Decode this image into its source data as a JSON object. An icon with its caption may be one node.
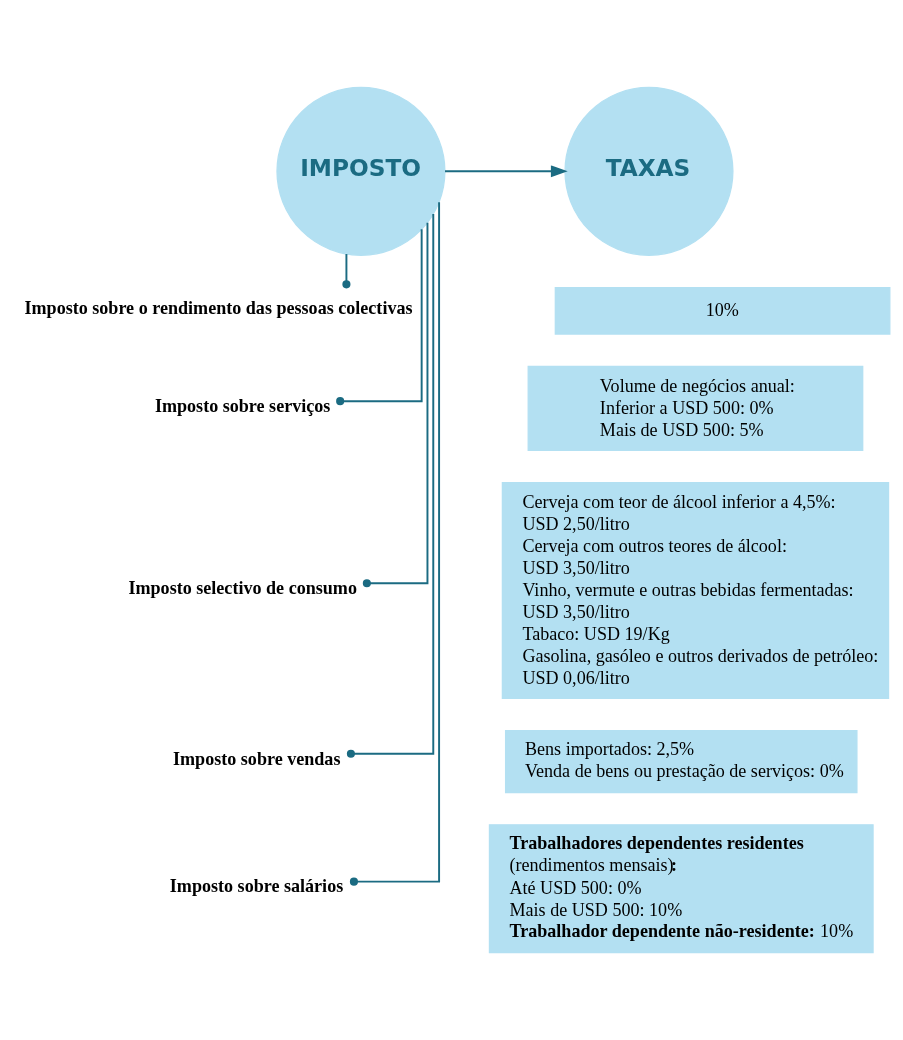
{
  "diagram": {
    "nodes": [
      {
        "text": [
          "IMPOSTO"
        ]
      },
      {
        "text": [
          "TAXAS"
        ]
      },
      {
        "text": [
          "Imposto sobre o rendimento das pessoas colectivas"
        ]
      },
      {
        "text": [
          "10%"
        ]
      },
      {
        "text": [
          "Imposto sobre serviços"
        ]
      },
      {
        "text": [
          "Volume de negócios anual:",
          "Inferior a USD 500: 0%",
          "Mais de USD 500: 5%"
        ]
      },
      {
        "text": [
          "Imposto selectivo de consumo"
        ]
      },
      {
        "text": [
          "Cerveja com teor de álcool inferior a 4,5%:",
          "USD 2,50/litro",
          "Cerveja com outros teores de álcool:",
          "USD 3,50/litro",
          "Vinho, vermute e outras bebidas fermentadas:",
          "USD 3,50/litro",
          "Tabaco: USD 19/Kg",
          "Gasolina, gasóleo e outros derivados de petróleo:",
          "USD 0,06/litro"
        ]
      },
      {
        "text": [
          "Imposto sobre vendas"
        ]
      },
      {
        "text": [
          "Bens importados: 2,5%",
          "Venda de bens ou prestação de serviços: 0%"
        ]
      },
      {
        "text": [
          "Imposto sobre salários"
        ]
      },
      {
        "text": [
          "**Trabalhadores dependentes residentes**",
          "(rendimentos mensais)**:**",
          "Até USD 500: 0%",
          "Mais de USD 500: 10%",
          "**Trabalhador dependente não-residente:** 10%"
        ]
      }
    ],
    "edges": [
      {
        "from": 0,
        "to": 1,
        "arrow": "to"
      },
      {
        "from": 0,
        "to": 2,
        "arrow": "other"
      },
      {
        "from": 0,
        "to": 4,
        "arrow": "other"
      },
      {
        "from": 0,
        "to": 6,
        "arrow": "other"
      },
      {
        "from": 0,
        "to": 8,
        "arrow": "other"
      },
      {
        "from": 0,
        "to": 10,
        "arrow": "other"
      }
    ]
  }
}
